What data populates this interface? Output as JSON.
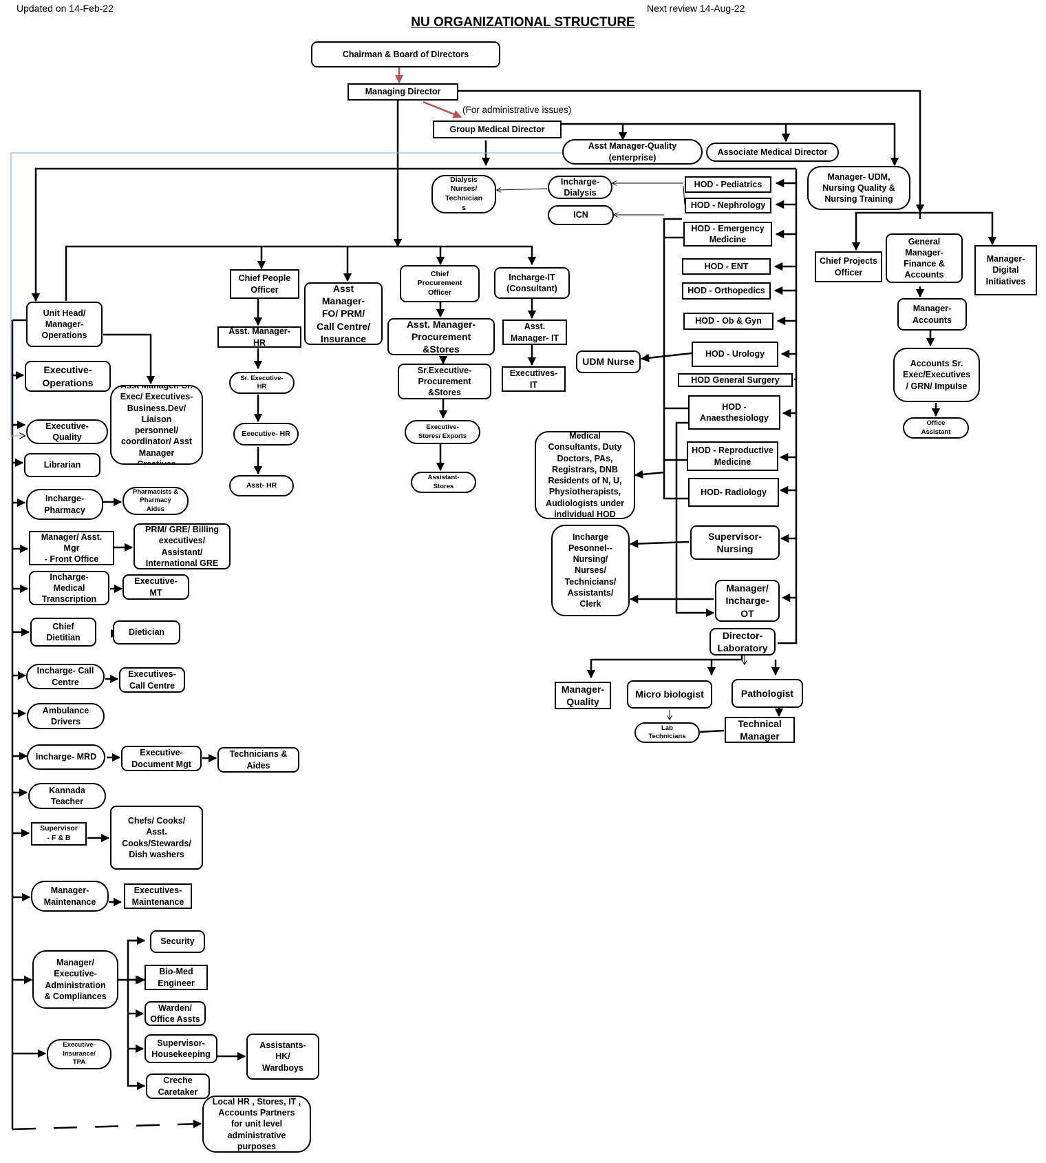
{
  "header": {
    "updated": "Updated on 14-Feb-22",
    "next_review": "Next review 14-Aug-22",
    "title": "NU ORGANIZATIONAL STRUCTURE",
    "admin_note": "(For administrative issues)"
  },
  "nodes": {
    "chairman": "Chairman & Board of Directors",
    "md": "Managing Director",
    "gmd": "Group Medical Director",
    "am_quality": "Asst Manager-Quality\n(enterprise)",
    "assoc_md": "Associate Medical Director",
    "mgr_udm": "Manager- UDM,\nNursing Quality &\nNursing Training",
    "chief_projects": "Chief Projects\nOfficer",
    "gm_finance": "General\nManager-\nFinance &\nAccounts",
    "mgr_digital": "Manager-\nDigital\nInitiatives",
    "mgr_accounts": "Manager-\nAccounts",
    "accounts_sr": "Accounts Sr.\nExec/Executives\n/ GRN/ Impulse",
    "office_asst": "Office\nAssistant",
    "dialysis_nurses": "Dialysis\nNurses/\nTechnician\ns",
    "incharge_dialysis": "Incharge-\nDialysis",
    "icn": "ICN",
    "hod_peds": "HOD - Pediatrics",
    "hod_nephro": "HOD - Nephrology",
    "hod_emerg": "HOD - Emergency\nMedicine",
    "hod_ent": "HOD - ENT",
    "hod_ortho": "HOD - Orthopedics",
    "hod_obgyn": "HOD - Ob & Gyn",
    "hod_uro": "HOD - Urology",
    "udm_nurse": "UDM Nurse",
    "hod_gensurg": "HOD General Surgery",
    "hod_anaes": "HOD -\nAnaesthesiology",
    "hod_repro": "HOD - Reproductive\nMedicine",
    "hod_radio": "HOD- Radiology",
    "med_consult": "Medical\nConsultants, Duty\nDoctors, PAs,\nRegistrars, DNB\nResidents of N, U,\nPhysiotherapists,\nAudiologists under\nindividual HOD",
    "sup_nursing": "Supervisor-\nNursing",
    "incharge_personnel": "Incharge\nPesonnel--\nNursing/\nNurses/\nTechnicians/\nAssistants/\nClerk",
    "mgr_ot": "Manager/\nIncharge-\nOT",
    "dir_lab": "Director-\nLaboratory",
    "mgr_quality": "Manager-\nQuality",
    "micro": "Micro biologist",
    "patho": "Pathologist",
    "lab_tech": "Lab\nTechnicians",
    "tech_mgr": "Technical\nManager",
    "unit_head": "Unit Head/\nManager-\nOperations",
    "chief_people": "Chief People\nOfficer",
    "am_hr": "Asst. Manager-\nHR",
    "sr_exec_hr": "Sr. Executive-\nHR",
    "exec_hr": "Eeecutive- HR",
    "asst_hr": "Asst- HR",
    "am_fo": "Asst\nManager-\nFO/ PRM/\nCall Centre/\nInsurance",
    "cpo": "Chief\nProcurement\nOfficer",
    "am_proc": "Asst. Manager-\nProcurement\n&Stores",
    "sr_exec_proc": "Sr.Executive-\nProcurement\n&Stores",
    "exec_stores": "Executive-\nStores/ Exports",
    "asst_stores": "Assistant-\nStores",
    "incharge_it": "Incharge-IT\n(Consultant)",
    "am_it": "Asst.\nManager- IT",
    "exec_it": "Executives-\nIT",
    "exec_ops": "Executive-\nOperations",
    "biz_dev": "Asst Manager/ Sr.\nExec/ Executives-\nBusiness.Dev/\nLiaison\npersonnel/\ncoordinator/ Asst\nManager\nCreatives",
    "exec_quality": "Executive-\nQuality",
    "librarian": "Librarian",
    "incharge_pharmacy": "Incharge-\nPharmacy",
    "pharmacists": "Pharmacists &\nPharmacy\nAides",
    "mgr_front": "Manager/ Asst.\nMgr\n- Front Office",
    "prm_gre": "PRM/ GRE/ Billing\nexecutives/\nAssistant/\nInternational GRE",
    "incharge_mt": "Incharge-\nMedical\nTranscription",
    "exec_mt": "Executive-\nMT",
    "chief_diet": "Chief\nDietitian",
    "dietician": "Dietician",
    "incharge_call": "Incharge- Call\nCentre",
    "exec_call": "Executives-\nCall Centre",
    "ambulance": "Ambulance\nDrivers",
    "incharge_mrd": "Incharge- MRD",
    "exec_doc": "Executive-\nDocument Mgt",
    "tech_aides": "Technicians &\nAides",
    "kannada": "Kannada\nTeacher",
    "sup_fb": "Supervisor\n- F & B",
    "chefs": "Chefs/ Cooks/\nAsst.\nCooks/Stewards/\nDish washers",
    "mgr_maint": "Manager-\nMaintenance",
    "exec_maint": "Executives-\nMaintenance",
    "mgr_admin": "Manager/\nExecutive-\nAdministration\n& Compliances",
    "security": "Security",
    "biomed": "Bio-Med\nEngineer",
    "warden": "Warden/\nOffice Assts",
    "sup_hk": "Supervisor-\nHousekeeping",
    "assist_hk": "Assistants-\nHK/\nWardboys",
    "creche": "Creche\nCaretaker",
    "exec_ins": "Executive-\nInsurance/\nTPA",
    "local_hr": "Local HR , Stores, IT ,\nAccounts Partners\nfor unit level\nadministrative\npurposes"
  }
}
